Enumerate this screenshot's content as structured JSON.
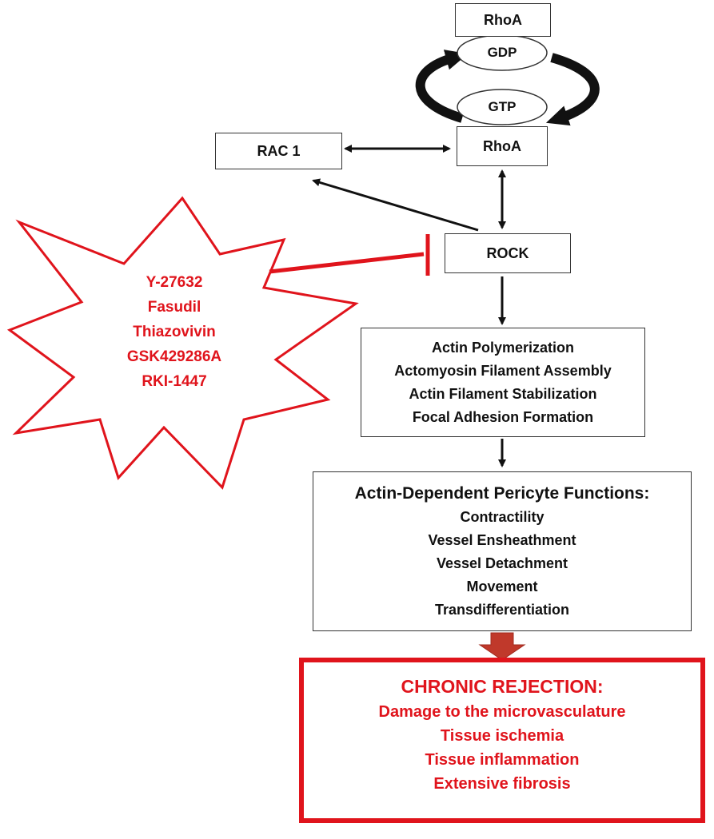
{
  "nodes": {
    "rhoa_top": "RhoA",
    "gdp": "GDP",
    "gtp": "GTP",
    "rhoa_mid": "RhoA",
    "rac1": "RAC 1",
    "rock": "ROCK"
  },
  "inhibitors": [
    "Y-27632",
    "Fasudil",
    "Thiazovivin",
    "GSK429286A",
    "RKI-1447"
  ],
  "actin_effects": [
    "Actin Polymerization",
    "Actomyosin Filament Assembly",
    "Actin Filament Stabilization",
    "Focal Adhesion Formation"
  ],
  "pericyte": {
    "title": "Actin-Dependent Pericyte Functions:",
    "items": [
      "Contractility",
      "Vessel Ensheathment",
      "Vessel  Detachment",
      "Movement",
      "Transdifferentiation"
    ]
  },
  "outcome": {
    "title": "CHRONIC REJECTION:",
    "items": [
      "Damage to the microvasculature",
      "Tissue ischemia",
      "Tissue inflammation",
      "Extensive fibrosis"
    ]
  },
  "colors": {
    "red": "#e0141c",
    "dark_red": "#c0392b",
    "black": "#111111"
  }
}
